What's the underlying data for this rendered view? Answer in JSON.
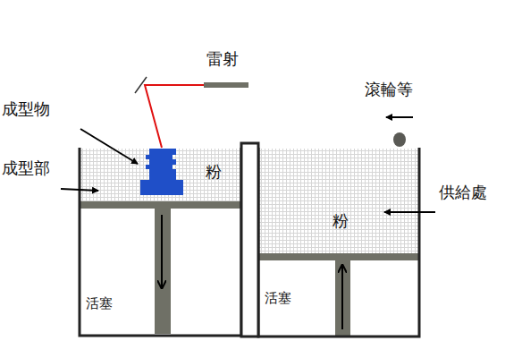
{
  "diagram": {
    "labels": [
      "雷射",
      "成型物",
      "滾輪等",
      "成型部",
      "粉",
      "粉",
      "供給處",
      "活塞",
      "活塞"
    ]
  }
}
